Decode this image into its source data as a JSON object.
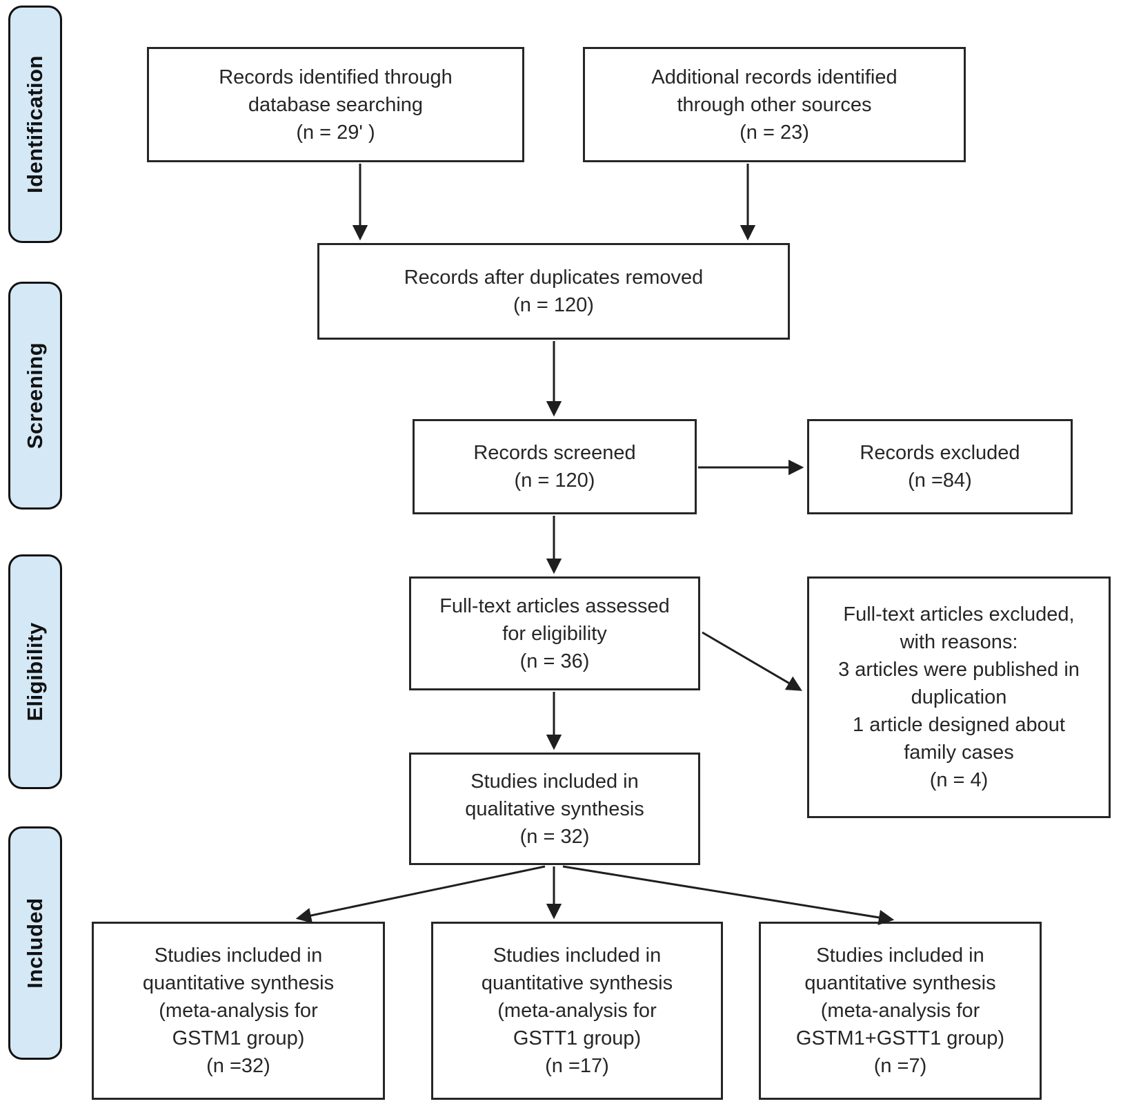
{
  "title": "PRISMA flow diagram of study selection",
  "colors": {
    "stage_fill": "#d4e8f6",
    "stage_border": "#111111",
    "box_border": "#262626",
    "arrow": "#1f1f1f",
    "text": "#262626"
  },
  "stages": [
    {
      "id": "identification",
      "label": "Identification"
    },
    {
      "id": "screening",
      "label": "Screening"
    },
    {
      "id": "eligibility",
      "label": "Eligibility"
    },
    {
      "id": "included",
      "label": "Included"
    }
  ],
  "boxes": {
    "records_db": {
      "text": "Records identified through\ndatabase searching\n(n = 29ʹ )"
    },
    "records_other": {
      "text": "Additional records identified\nthrough other sources\n(n = 23)"
    },
    "duplicates_removed": {
      "text": "Records after duplicates removed\n(n = 120)"
    },
    "records_screened": {
      "text": "Records screened\n(n = 120)"
    },
    "records_excluded": {
      "text": "Records excluded\n(n =84)"
    },
    "fulltext_assessed": {
      "text": "Full-text articles assessed\nfor eligibility\n(n = 36)"
    },
    "fulltext_excluded": {
      "text": "Full-text articles excluded,\nwith reasons:\n3 articles were published in\nduplication\n1 article designed about\nfamily cases\n(n = 4)"
    },
    "qualitative": {
      "text": "Studies included in\nqualitative synthesis\n(n = 32)"
    },
    "quant_gstm1": {
      "text": "Studies included in\nquantitative synthesis\n(meta-analysis for\nGSTM1 group)\n(n =32)"
    },
    "quant_gstt1": {
      "text": "Studies included in\nquantitative synthesis\n(meta-analysis for\nGSTT1 group)\n(n =17)"
    },
    "quant_both": {
      "text": "Studies included in\nquantitative synthesis\n(meta-analysis for\nGSTM1+GSTT1 group)\n(n =7)"
    }
  }
}
